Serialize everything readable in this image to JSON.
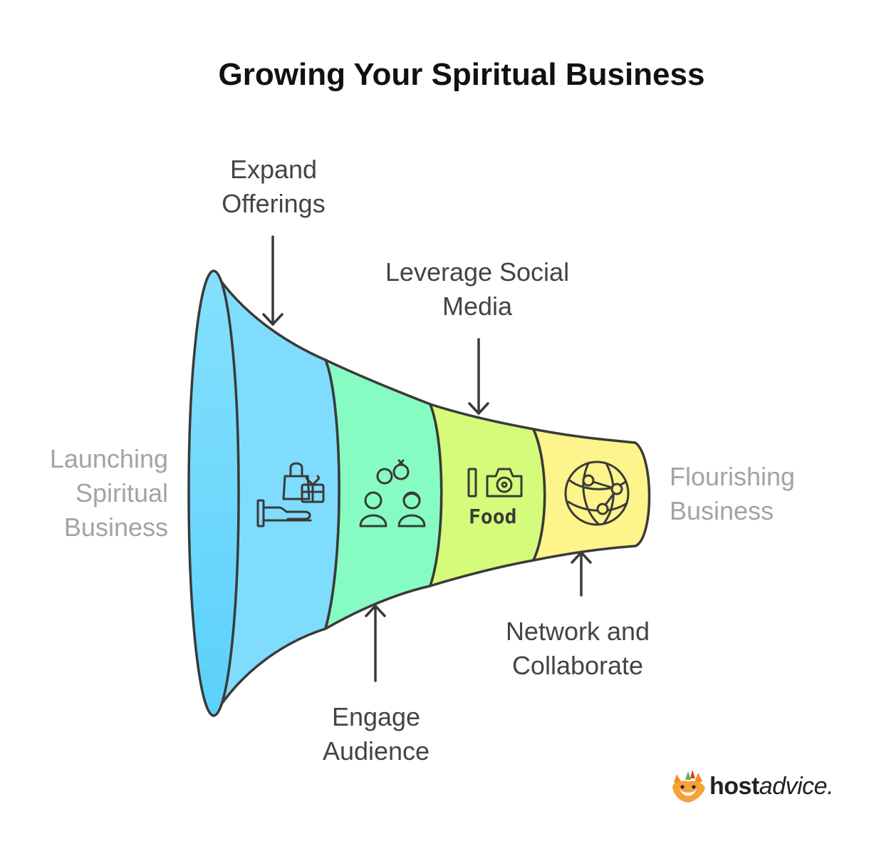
{
  "title": "Growing Your Spiritual Business",
  "start_label": [
    "Launching",
    "Spiritual",
    "Business"
  ],
  "end_label": [
    "Flourishing",
    "Business"
  ],
  "stages": [
    {
      "label": [
        "Expand",
        "Offerings"
      ],
      "color": "#7fdcfd",
      "icon": "hand-gift-bag-icon"
    },
    {
      "label": [
        "Engage",
        "Audience"
      ],
      "color": "#86fcc3",
      "icon": "people-chat-icon"
    },
    {
      "label": [
        "Leverage Social",
        "Media"
      ],
      "color": "#d4fb79",
      "icon": "food-camera-icon"
    },
    {
      "label": [
        "Network and",
        "Collaborate"
      ],
      "color": "#fdf48b",
      "icon": "globe-network-icon"
    }
  ],
  "mouth_color": "#5bd1fb",
  "icon_text": "Food",
  "logo": {
    "bold": "host",
    "italic": "advice."
  }
}
